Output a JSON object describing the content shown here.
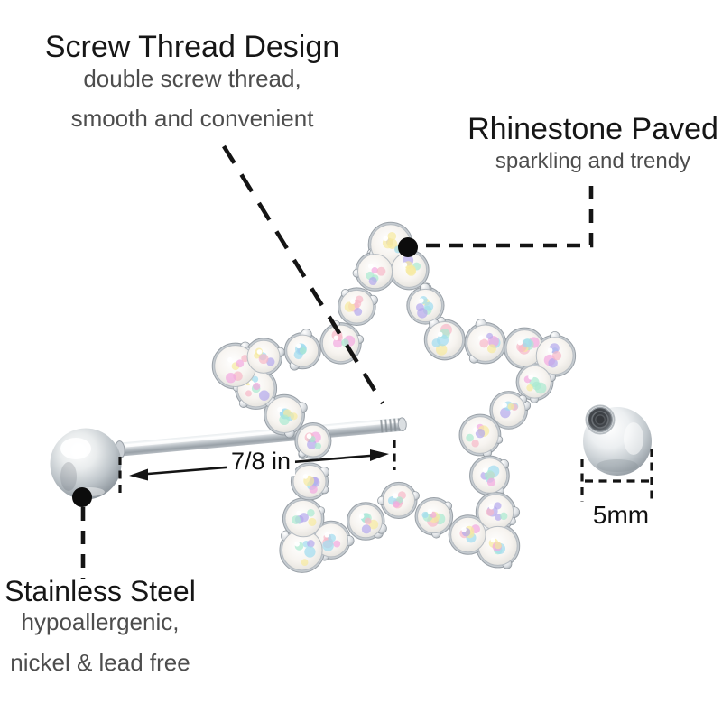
{
  "background_color": "#ffffff",
  "callouts": {
    "screw_thread": {
      "title": "Screw Thread Design",
      "line1": "double screw thread,",
      "line2": "smooth and convenient"
    },
    "rhinestone": {
      "title": "Rhinestone Paved",
      "subtitle": "sparkling and trendy"
    },
    "stainless": {
      "title": "Stainless Steel",
      "line1": "hypoallergenic,",
      "line2": "nickel & lead free"
    }
  },
  "measurements": {
    "bar_length": "7/8 in",
    "ball_diameter": "5mm"
  },
  "colors": {
    "title_text": "#161616",
    "subtitle_text": "#4d4d4d",
    "annotation_line": "#141414",
    "metal_light": "#f4f6f7",
    "metal_mid": "#c3c9ce",
    "metal_dark": "#858d94",
    "gem_palette": [
      "#9fdcef",
      "#f2a8df",
      "#f7e99e",
      "#b4a8ec",
      "#a9ead0",
      "#f6b8c8"
    ]
  }
}
